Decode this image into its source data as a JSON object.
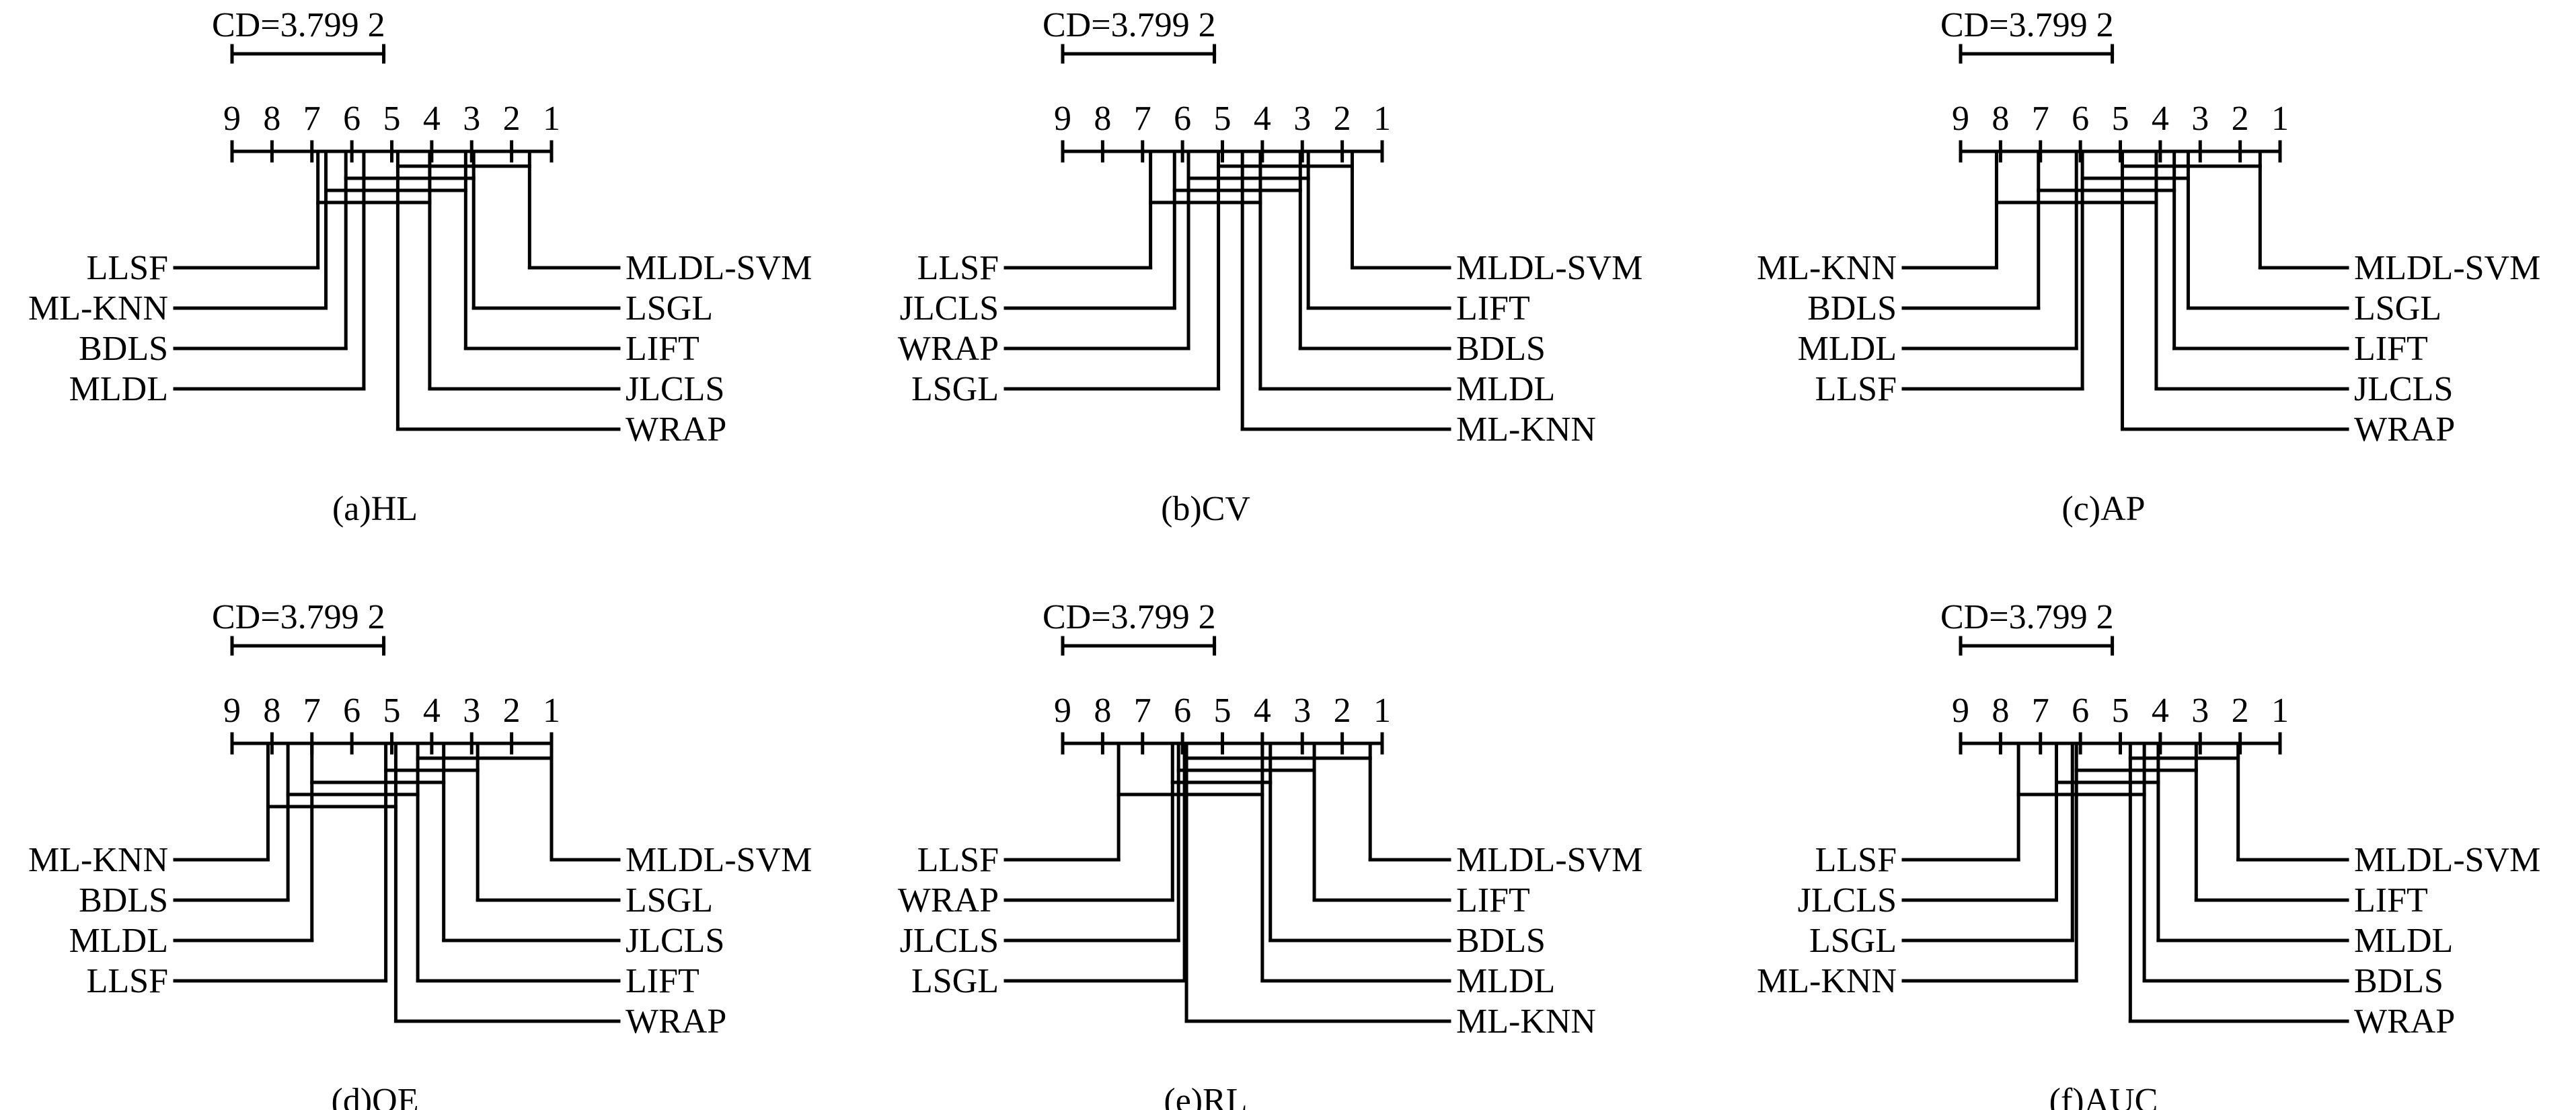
{
  "cd_label": "CD=3.799 2",
  "ticks": [
    "9",
    "8",
    "7",
    "6",
    "5",
    "4",
    "3",
    "2",
    "1"
  ],
  "colors": {
    "line": "#000000",
    "background": "#ffffff"
  },
  "panels": [
    {
      "caption": "(a)HL",
      "left": [
        {
          "name": "LLSF",
          "rank": 6.85
        },
        {
          "name": "ML-KNN",
          "rank": 6.65
        },
        {
          "name": "BDLS",
          "rank": 6.15
        },
        {
          "name": "MLDL",
          "rank": 5.7
        }
      ],
      "right": [
        {
          "name": "MLDL-SVM",
          "rank": 1.55
        },
        {
          "name": "LSGL",
          "rank": 2.95
        },
        {
          "name": "LIFT",
          "rank": 3.15
        },
        {
          "name": "JLCLS",
          "rank": 4.05
        },
        {
          "name": "WRAP",
          "rank": 4.85
        }
      ],
      "cliques": [
        [
          1.55,
          4.85
        ],
        [
          2.95,
          6.15
        ],
        [
          3.15,
          6.65
        ],
        [
          4.05,
          6.85
        ]
      ]
    },
    {
      "caption": "(b)CV",
      "left": [
        {
          "name": "LLSF",
          "rank": 6.8
        },
        {
          "name": "JLCLS",
          "rank": 6.2
        },
        {
          "name": "WRAP",
          "rank": 5.85
        },
        {
          "name": "LSGL",
          "rank": 5.1
        }
      ],
      "right": [
        {
          "name": "MLDL-SVM",
          "rank": 1.75
        },
        {
          "name": "LIFT",
          "rank": 2.85
        },
        {
          "name": "BDLS",
          "rank": 3.05
        },
        {
          "name": "MLDL",
          "rank": 4.05
        },
        {
          "name": "ML-KNN",
          "rank": 4.5
        }
      ],
      "cliques": [
        [
          1.75,
          5.1
        ],
        [
          2.85,
          5.85
        ],
        [
          3.05,
          6.2
        ],
        [
          4.05,
          6.8
        ]
      ]
    },
    {
      "caption": "(c)AP",
      "left": [
        {
          "name": "ML-KNN",
          "rank": 8.1
        },
        {
          "name": "BDLS",
          "rank": 7.05
        },
        {
          "name": "MLDL",
          "rank": 6.1
        },
        {
          "name": "LLSF",
          "rank": 5.95
        }
      ],
      "right": [
        {
          "name": "MLDL-SVM",
          "rank": 1.5
        },
        {
          "name": "LSGL",
          "rank": 3.3
        },
        {
          "name": "LIFT",
          "rank": 3.65
        },
        {
          "name": "JLCLS",
          "rank": 4.1
        },
        {
          "name": "WRAP",
          "rank": 4.95
        }
      ],
      "cliques": [
        [
          1.5,
          4.95
        ],
        [
          3.3,
          5.95
        ],
        [
          3.65,
          7.05
        ],
        [
          4.1,
          8.1
        ]
      ]
    },
    {
      "caption": "(d)OE",
      "left": [
        {
          "name": "ML-KNN",
          "rank": 8.1
        },
        {
          "name": "BDLS",
          "rank": 7.6
        },
        {
          "name": "MLDL",
          "rank": 7.0
        },
        {
          "name": "LLSF",
          "rank": 5.15
        }
      ],
      "right": [
        {
          "name": "MLDL-SVM",
          "rank": 1.0
        },
        {
          "name": "LSGL",
          "rank": 2.85
        },
        {
          "name": "JLCLS",
          "rank": 3.7
        },
        {
          "name": "LIFT",
          "rank": 4.35
        },
        {
          "name": "WRAP",
          "rank": 4.9
        }
      ],
      "cliques": [
        [
          1.0,
          4.35
        ],
        [
          2.85,
          5.15
        ],
        [
          3.7,
          7.0
        ],
        [
          4.35,
          7.6
        ],
        [
          4.9,
          8.1
        ]
      ]
    },
    {
      "caption": "(e)RL",
      "left": [
        {
          "name": "LLSF",
          "rank": 7.6
        },
        {
          "name": "WRAP",
          "rank": 6.25
        },
        {
          "name": "JLCLS",
          "rank": 6.1
        },
        {
          "name": "LSGL",
          "rank": 5.95
        }
      ],
      "right": [
        {
          "name": "MLDL-SVM",
          "rank": 1.3
        },
        {
          "name": "LIFT",
          "rank": 2.7
        },
        {
          "name": "BDLS",
          "rank": 3.8
        },
        {
          "name": "MLDL",
          "rank": 4.0
        },
        {
          "name": "ML-KNN",
          "rank": 5.9
        }
      ],
      "cliques": [
        [
          1.3,
          5.95
        ],
        [
          2.7,
          6.1
        ],
        [
          3.8,
          6.25
        ],
        [
          4.0,
          7.6
        ]
      ]
    },
    {
      "caption": "(f)AUC",
      "left": [
        {
          "name": "LLSF",
          "rank": 7.55
        },
        {
          "name": "JLCLS",
          "rank": 6.6
        },
        {
          "name": "LSGL",
          "rank": 6.2
        },
        {
          "name": "ML-KNN",
          "rank": 6.1
        }
      ],
      "right": [
        {
          "name": "MLDL-SVM",
          "rank": 2.05
        },
        {
          "name": "LIFT",
          "rank": 3.1
        },
        {
          "name": "MLDL",
          "rank": 4.05
        },
        {
          "name": "BDLS",
          "rank": 4.4
        },
        {
          "name": "WRAP",
          "rank": 4.75
        }
      ],
      "cliques": [
        [
          2.05,
          4.75
        ],
        [
          3.1,
          6.1
        ],
        [
          4.05,
          6.6
        ],
        [
          4.4,
          7.55
        ]
      ]
    }
  ]
}
